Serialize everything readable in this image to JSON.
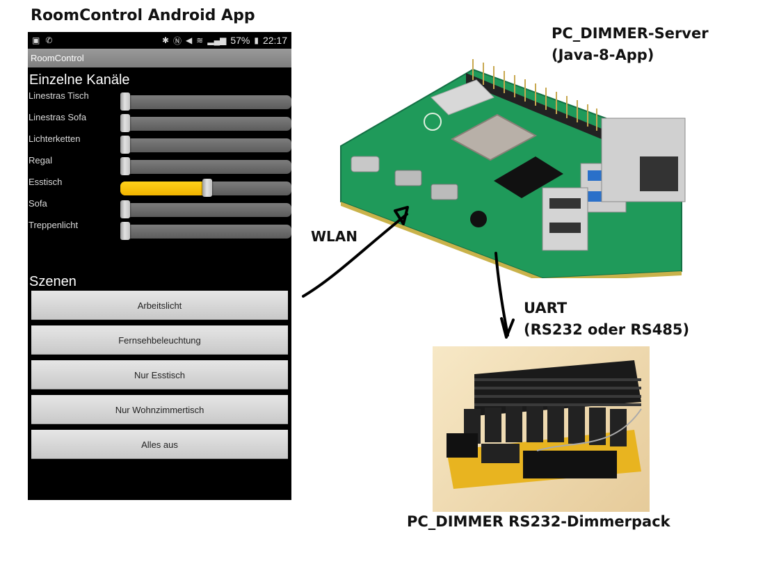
{
  "labels": {
    "app_title": "RoomControl Android App",
    "server_title_line1": "PC_DIMMER-Server",
    "server_title_line2": "(Java-8-App)",
    "wlan": "WLAN",
    "uart_line1": "UART",
    "uart_line2": "(RS232 oder RS485)",
    "dimmer_title": "PC_DIMMER RS232-Dimmerpack"
  },
  "phone": {
    "status_bar": {
      "icons_left": [
        "sim-card-icon",
        "missed-call-icon"
      ],
      "icons_right": [
        "bluetooth-icon",
        "nfc-icon",
        "mute-icon",
        "wifi-icon",
        "signal-icon"
      ],
      "battery": "57%",
      "time": "22:17"
    },
    "action_bar_title": "RoomControl",
    "channels_title": "Einzelne Kanäle",
    "channels": [
      {
        "label": "Linestras Tisch",
        "level": 0
      },
      {
        "label": "Linestras Sofa",
        "level": 0
      },
      {
        "label": "Lichterketten",
        "level": 0
      },
      {
        "label": "Regal",
        "level": 0
      },
      {
        "label": "Esstisch",
        "level": 0.51
      },
      {
        "label": "Sofa",
        "level": 0
      },
      {
        "label": "Treppenlicht",
        "level": 0
      }
    ],
    "scenes_title": "Szenen",
    "scenes": [
      "Arbeitslicht",
      "Fernsehbeleuchtung",
      "Nur Esstisch",
      "Nur Wohnzimmertisch",
      "Alles aus"
    ]
  },
  "colors": {
    "slider_fill": "#f5bf00",
    "slider_track": "#6b6b6b",
    "pcb_green": "#1f9a5a",
    "phone_bg": "#000000"
  }
}
